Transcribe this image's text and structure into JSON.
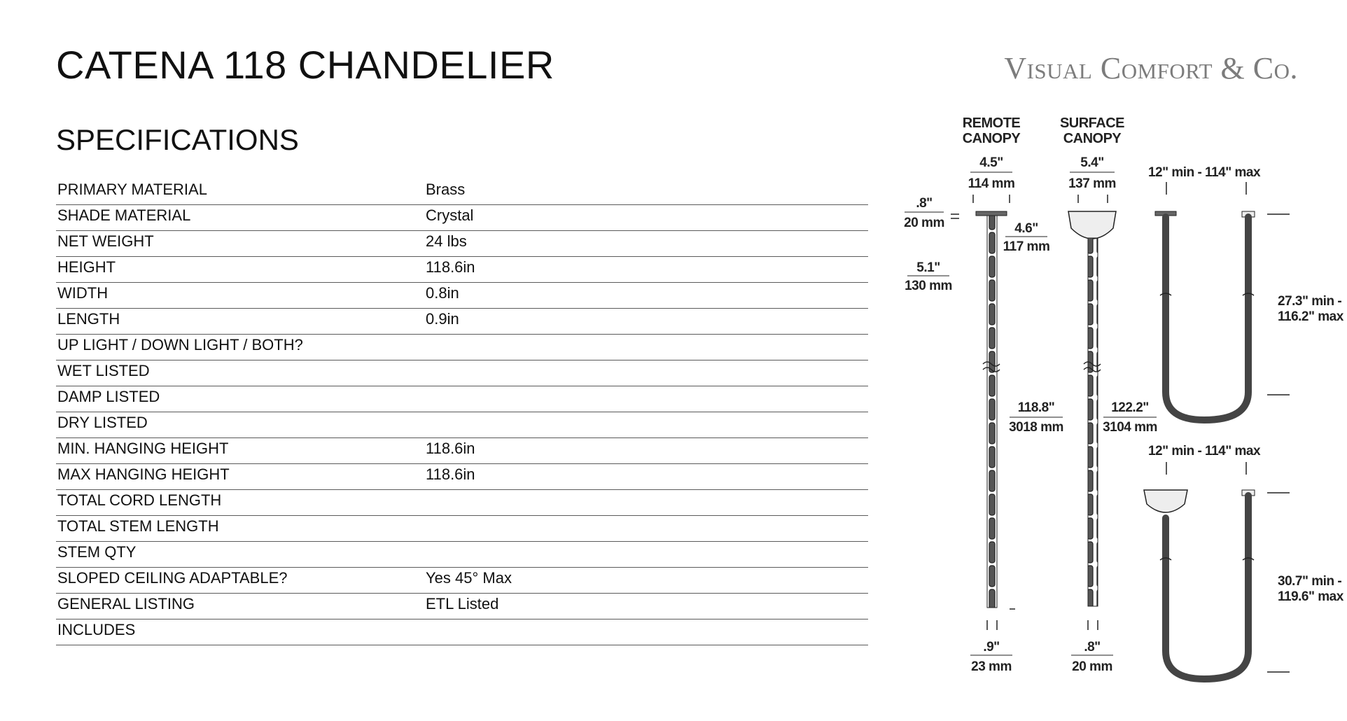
{
  "header": {
    "title": "CATENA 118 CHANDELIER",
    "brand": "Visual Comfort & Co."
  },
  "specifications": {
    "heading": "SPECIFICATIONS",
    "rows": [
      {
        "label": "PRIMARY MATERIAL",
        "value": "Brass"
      },
      {
        "label": "SHADE MATERIAL",
        "value": "Crystal"
      },
      {
        "label": "NET WEIGHT",
        "value": "24 lbs"
      },
      {
        "label": "HEIGHT",
        "value": "118.6in"
      },
      {
        "label": "WIDTH",
        "value": "0.8in"
      },
      {
        "label": "LENGTH",
        "value": "0.9in"
      },
      {
        "label": "UP LIGHT / DOWN LIGHT / BOTH?",
        "value": ""
      },
      {
        "label": "WET LISTED",
        "value": ""
      },
      {
        "label": "DAMP LISTED",
        "value": ""
      },
      {
        "label": "DRY LISTED",
        "value": ""
      },
      {
        "label": "MIN. HANGING HEIGHT",
        "value": "118.6in"
      },
      {
        "label": "MAX HANGING HEIGHT",
        "value": "118.6in"
      },
      {
        "label": "TOTAL CORD LENGTH",
        "value": ""
      },
      {
        "label": "TOTAL STEM LENGTH",
        "value": ""
      },
      {
        "label": "STEM QTY",
        "value": ""
      },
      {
        "label": "SLOPED CEILING ADAPTABLE?",
        "value": "Yes 45° Max"
      },
      {
        "label": "GENERAL LISTING",
        "value": "ETL Listed"
      },
      {
        "label": "INCLUDES",
        "value": ""
      }
    ]
  },
  "drawing": {
    "remote_canopy_line1": "REMOTE",
    "remote_canopy_line2": "CANOPY",
    "surface_canopy_line1": "SURFACE",
    "surface_canopy_line2": "CANOPY",
    "remote_canopy_width_in": "4.5\"",
    "remote_canopy_width_mm": "114 mm",
    "surface_canopy_width_in": "5.4\"",
    "surface_canopy_width_mm": "137 mm",
    "canopy_height_in": ".8\"",
    "canopy_height_mm": "20 mm",
    "surface_canopy_height_in": "4.6\"",
    "surface_canopy_height_mm": "117 mm",
    "top_section_in": "5.1\"",
    "top_section_mm": "130 mm",
    "remote_length_in": "118.8\"",
    "remote_length_mm": "3018 mm",
    "surface_length_in": "122.2\"",
    "surface_length_mm": "3104 mm",
    "remote_bottom_width_in": ".9\"",
    "remote_bottom_width_mm": "23 mm",
    "surface_bottom_width_in": ".8\"",
    "surface_bottom_width_mm": "20 mm",
    "swag_span_1": "12\" min - 114\" max",
    "swag_drop_1_line1": "27.3\" min -",
    "swag_drop_1_line2": "116.2\" max",
    "swag_span_2": "12\" min - 114\" max",
    "swag_drop_2_line1": "30.7\" min -",
    "swag_drop_2_line2": "119.6\" max"
  }
}
